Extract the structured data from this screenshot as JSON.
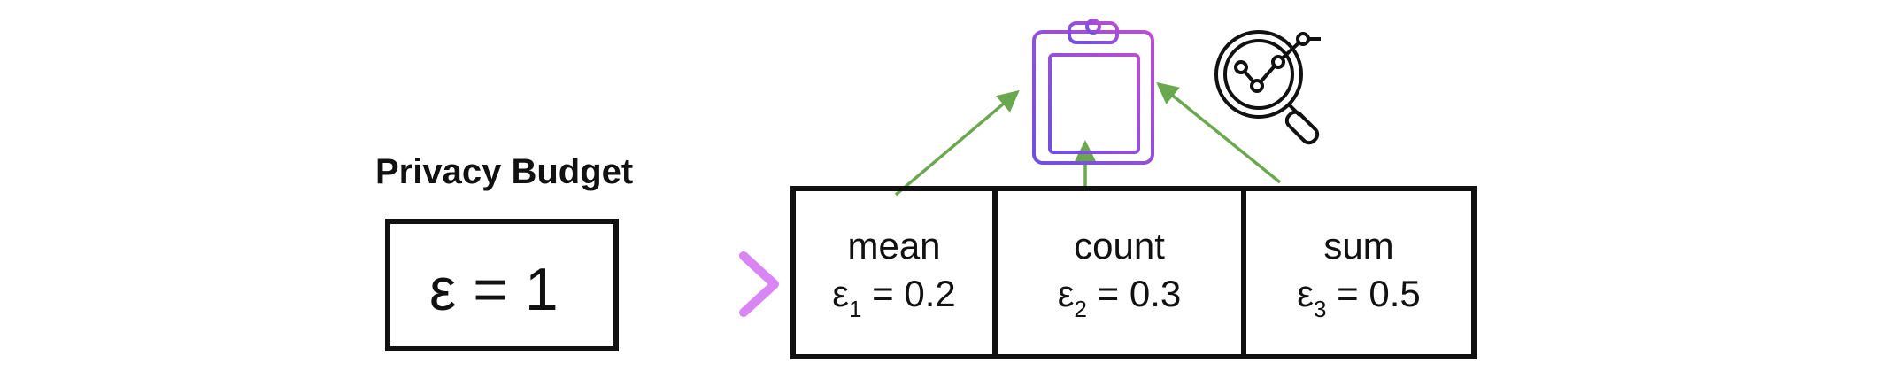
{
  "title": "Privacy Budget",
  "total_budget": {
    "symbol": "ε",
    "equals": "=",
    "value": "1"
  },
  "allocations": [
    {
      "name": "mean",
      "symbol": "ε",
      "subscript": "1",
      "value": "0.2"
    },
    {
      "name": "count",
      "symbol": "ε",
      "subscript": "2",
      "value": "0.3"
    },
    {
      "name": "sum",
      "symbol": "ε",
      "subscript": "3",
      "value": "0.5"
    }
  ],
  "icons": [
    "clipboard-table-icon",
    "magnifier-chart-icon"
  ],
  "colors": {
    "arrow_gradient_start": "#7fd3f5",
    "arrow_gradient_end": "#d985f3",
    "icon_gradient_start": "#7b4de0",
    "icon_gradient_end": "#b14fd1",
    "connector_green": "#6aa84f",
    "outline": "#111111"
  }
}
